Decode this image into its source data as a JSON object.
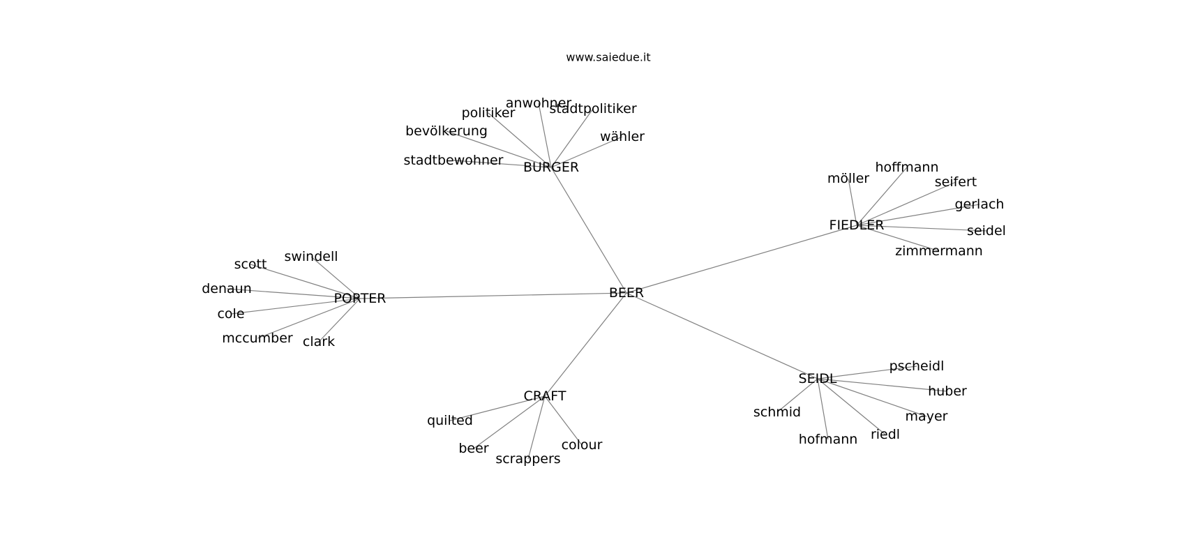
{
  "header": {
    "site": "www.saiedue.it"
  },
  "graph": {
    "root": "BEER",
    "groups": [
      {
        "hub": "BURGER",
        "leaves": [
          "anwohner",
          "politiker",
          "stadtpolitiker",
          "bevölkerung",
          "wähler",
          "stadtbewohner"
        ]
      },
      {
        "hub": "FIEDLER",
        "leaves": [
          "möller",
          "hoffmann",
          "seifert",
          "gerlach",
          "seidel",
          "zimmermann"
        ]
      },
      {
        "hub": "PORTER",
        "leaves": [
          "swindell",
          "scott",
          "denaun",
          "cole",
          "mccumber",
          "clark"
        ]
      },
      {
        "hub": "SEIDL",
        "leaves": [
          "pscheidl",
          "huber",
          "mayer",
          "riedl",
          "hofmann",
          "schmid"
        ]
      },
      {
        "hub": "CRAFT",
        "leaves": [
          "quilted",
          "beer",
          "scrappers",
          "colour"
        ]
      }
    ]
  }
}
